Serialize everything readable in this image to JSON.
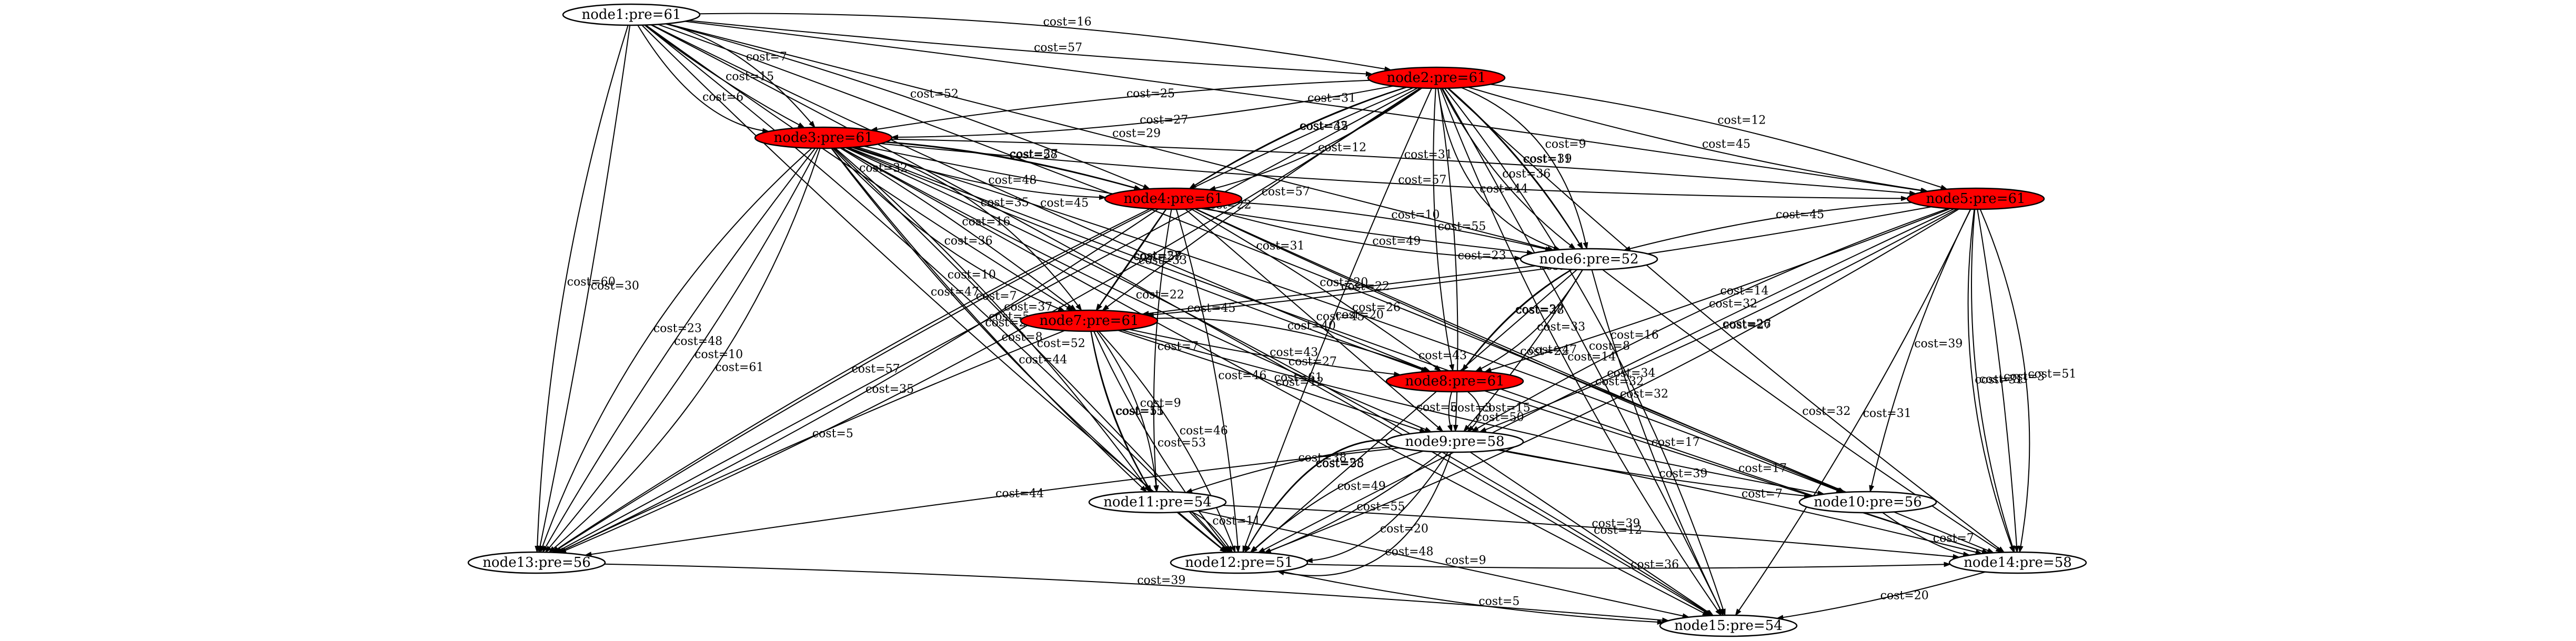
{
  "graph": {
    "type": "directed-graph",
    "highlight_color": "#ff0000",
    "default_fill": "#ffffff",
    "edge_color": "#000000",
    "nodes": [
      {
        "id": "n1",
        "label": "node1:pre=61",
        "highlighted": false
      },
      {
        "id": "n2",
        "label": "node2:pre=61",
        "highlighted": true
      },
      {
        "id": "n3",
        "label": "node3:pre=61",
        "highlighted": true
      },
      {
        "id": "n4",
        "label": "node4:pre=61",
        "highlighted": true
      },
      {
        "id": "n5",
        "label": "node5:pre=61",
        "highlighted": true
      },
      {
        "id": "n6",
        "label": "node6:pre=52",
        "highlighted": false
      },
      {
        "id": "n7",
        "label": "node7:pre=61",
        "highlighted": true
      },
      {
        "id": "n8",
        "label": "node8:pre=61",
        "highlighted": true
      },
      {
        "id": "n9",
        "label": "node9:pre=58",
        "highlighted": false
      },
      {
        "id": "n10",
        "label": "node10:pre=56",
        "highlighted": false
      },
      {
        "id": "n11",
        "label": "node11:pre=54",
        "highlighted": false
      },
      {
        "id": "n12",
        "label": "node12:pre=51",
        "highlighted": false
      },
      {
        "id": "n13",
        "label": "node13:pre=56",
        "highlighted": false
      },
      {
        "id": "n14",
        "label": "node14:pre=58",
        "highlighted": false
      },
      {
        "id": "n15",
        "label": "node15:pre=54",
        "highlighted": false
      }
    ],
    "edges": [
      {
        "from": "n1",
        "to": "n2",
        "label": "cost=16"
      },
      {
        "from": "n1",
        "to": "n2",
        "label": "cost=57"
      },
      {
        "from": "n1",
        "to": "n3",
        "label": "cost=7"
      },
      {
        "from": "n1",
        "to": "n3",
        "label": "cost=15"
      },
      {
        "from": "n1",
        "to": "n3",
        "label": "cost=6"
      },
      {
        "from": "n1",
        "to": "n4",
        "label": "cost=52"
      },
      {
        "from": "n1",
        "to": "n5",
        "label": "cost=31"
      },
      {
        "from": "n1",
        "to": "n6",
        "label": "cost=29"
      },
      {
        "from": "n1",
        "to": "n7",
        "label": "cost=32"
      },
      {
        "from": "n1",
        "to": "n8",
        "label": "cost=45"
      },
      {
        "from": "n1",
        "to": "n10",
        "label": "cost=31"
      },
      {
        "from": "n1",
        "to": "n12",
        "label": "cost=10"
      },
      {
        "from": "n1",
        "to": "n12",
        "label": "cost=47"
      },
      {
        "from": "n1",
        "to": "n13",
        "label": "cost=30"
      },
      {
        "from": "n1",
        "to": "n13",
        "label": "cost=60"
      },
      {
        "from": "n1",
        "to": "n15",
        "label": "cost=45"
      },
      {
        "from": "n2",
        "to": "n3",
        "label": "cost=27"
      },
      {
        "from": "n2",
        "to": "n3",
        "label": "cost=25"
      },
      {
        "from": "n2",
        "to": "n4",
        "label": "cost=12"
      },
      {
        "from": "n2",
        "to": "n4",
        "label": "cost=32"
      },
      {
        "from": "n2",
        "to": "n4",
        "label": "cost=45"
      },
      {
        "from": "n2",
        "to": "n5",
        "label": "cost=12"
      },
      {
        "from": "n2",
        "to": "n5",
        "label": "cost=45"
      },
      {
        "from": "n2",
        "to": "n6",
        "label": "cost=9"
      },
      {
        "from": "n2",
        "to": "n6",
        "label": "cost=11"
      },
      {
        "from": "n2",
        "to": "n6",
        "label": "cost=39"
      },
      {
        "from": "n2",
        "to": "n6",
        "label": "cost=36"
      },
      {
        "from": "n2",
        "to": "n6",
        "label": "cost=44"
      },
      {
        "from": "n2",
        "to": "n7",
        "label": "cost=57"
      },
      {
        "from": "n2",
        "to": "n8",
        "label": "cost=55"
      },
      {
        "from": "n2",
        "to": "n9",
        "label": "cost=23"
      },
      {
        "from": "n2",
        "to": "n13",
        "label": "cost=8"
      },
      {
        "from": "n2",
        "to": "n13",
        "label": "cost=5"
      },
      {
        "from": "n2",
        "to": "n13",
        "label": "cost=7"
      },
      {
        "from": "n2",
        "to": "n14",
        "label": "cost=26"
      },
      {
        "from": "n2",
        "to": "n15",
        "label": "cost=16"
      },
      {
        "from": "n2",
        "to": "n15",
        "label": "cost=8"
      },
      {
        "from": "n2",
        "to": "n15",
        "label": "cost=14"
      },
      {
        "from": "n2",
        "to": "n12",
        "label": "cost=20"
      },
      {
        "from": "n3",
        "to": "n4",
        "label": "cost=58"
      },
      {
        "from": "n3",
        "to": "n4",
        "label": "cost=27"
      },
      {
        "from": "n3",
        "to": "n4",
        "label": "cost=48"
      },
      {
        "from": "n3",
        "to": "n5",
        "label": "cost=31"
      },
      {
        "from": "n3",
        "to": "n5",
        "label": "cost=57"
      },
      {
        "from": "n3",
        "to": "n6",
        "label": "cost=22"
      },
      {
        "from": "n3",
        "to": "n7",
        "label": "cost=35"
      },
      {
        "from": "n3",
        "to": "n7",
        "label": "cost=16"
      },
      {
        "from": "n3",
        "to": "n7",
        "label": "cost=36"
      },
      {
        "from": "n3",
        "to": "n8",
        "label": "cost=33"
      },
      {
        "from": "n3",
        "to": "n9",
        "label": "cost=22"
      },
      {
        "from": "n3",
        "to": "n10",
        "label": "cost=26"
      },
      {
        "from": "n3",
        "to": "n11",
        "label": "cost=37"
      },
      {
        "from": "n3",
        "to": "n11",
        "label": "cost=29"
      },
      {
        "from": "n3",
        "to": "n12",
        "label": "cost=52"
      },
      {
        "from": "n3",
        "to": "n12",
        "label": "cost=44"
      },
      {
        "from": "n3",
        "to": "n13",
        "label": "cost=61"
      },
      {
        "from": "n3",
        "to": "n13",
        "label": "cost=10"
      },
      {
        "from": "n3",
        "to": "n13",
        "label": "cost=48"
      },
      {
        "from": "n3",
        "to": "n13",
        "label": "cost=23"
      },
      {
        "from": "n3",
        "to": "n14",
        "label": "cost=43"
      },
      {
        "from": "n3",
        "to": "n15",
        "label": "cost=27"
      },
      {
        "from": "n3",
        "to": "n15",
        "label": "cost=12"
      },
      {
        "from": "n4",
        "to": "n6",
        "label": "cost=10"
      },
      {
        "from": "n4",
        "to": "n6",
        "label": "cost=49"
      },
      {
        "from": "n4",
        "to": "n7",
        "label": "cost=27"
      },
      {
        "from": "n4",
        "to": "n7",
        "label": "cost=58"
      },
      {
        "from": "n4",
        "to": "n8",
        "label": "cost=20"
      },
      {
        "from": "n4",
        "to": "n9",
        "label": "cost=45"
      },
      {
        "from": "n4",
        "to": "n10",
        "label": "cost=22"
      },
      {
        "from": "n4",
        "to": "n11",
        "label": "cost=7"
      },
      {
        "from": "n4",
        "to": "n12",
        "label": "cost=46"
      },
      {
        "from": "n4",
        "to": "n13",
        "label": "cost=35"
      },
      {
        "from": "n4",
        "to": "n13",
        "label": "cost=57"
      },
      {
        "from": "n4",
        "to": "n14",
        "label": "cost=32"
      },
      {
        "from": "n5",
        "to": "n6",
        "label": "cost=45"
      },
      {
        "from": "n5",
        "to": "n7",
        "label": "cost=48"
      },
      {
        "from": "n5",
        "to": "n8",
        "label": "cost=14"
      },
      {
        "from": "n5",
        "to": "n9",
        "label": "cost=27"
      },
      {
        "from": "n5",
        "to": "n9",
        "label": "cost=32"
      },
      {
        "from": "n5",
        "to": "n10",
        "label": "cost=39"
      },
      {
        "from": "n5",
        "to": "n12",
        "label": "cost=32"
      },
      {
        "from": "n5",
        "to": "n12",
        "label": "cost=34"
      },
      {
        "from": "n5",
        "to": "n14",
        "label": "cost=51"
      },
      {
        "from": "n5",
        "to": "n14",
        "label": "cost=3"
      },
      {
        "from": "n5",
        "to": "n14",
        "label": "cost=33"
      },
      {
        "from": "n5",
        "to": "n15",
        "label": "cost=31"
      },
      {
        "from": "n5",
        "to": "n14",
        "label": "cost=31"
      },
      {
        "from": "n6",
        "to": "n7",
        "label": "cost=22"
      },
      {
        "from": "n6",
        "to": "n8",
        "label": "cost=33"
      },
      {
        "from": "n6",
        "to": "n8",
        "label": "cost=37"
      },
      {
        "from": "n6",
        "to": "n8",
        "label": "cost=28"
      },
      {
        "from": "n6",
        "to": "n9",
        "label": "cost=47"
      },
      {
        "from": "n6",
        "to": "n12",
        "label": "cost=5"
      },
      {
        "from": "n6",
        "to": "n14",
        "label": "cost=32"
      },
      {
        "from": "n6",
        "to": "n15",
        "label": "cost=17"
      },
      {
        "from": "n7",
        "to": "n8",
        "label": "cost=40"
      },
      {
        "from": "n7",
        "to": "n8",
        "label": "cost=43"
      },
      {
        "from": "n7",
        "to": "n9",
        "label": "cost=61"
      },
      {
        "from": "n7",
        "to": "n11",
        "label": "cost=9"
      },
      {
        "from": "n7",
        "to": "n11",
        "label": "cost=15"
      },
      {
        "from": "n7",
        "to": "n11",
        "label": "cost=51"
      },
      {
        "from": "n7",
        "to": "n12",
        "label": "cost=46"
      },
      {
        "from": "n7",
        "to": "n12",
        "label": "cost=53"
      },
      {
        "from": "n7",
        "to": "n13",
        "label": "cost=5"
      },
      {
        "from": "n7",
        "to": "n10",
        "label": "cost=50"
      },
      {
        "from": "n8",
        "to": "n9",
        "label": "cost=15"
      },
      {
        "from": "n8",
        "to": "n9",
        "label": "cost=3"
      },
      {
        "from": "n8",
        "to": "n14",
        "label": "cost=17"
      },
      {
        "from": "n9",
        "to": "n10",
        "label": "cost=39"
      },
      {
        "from": "n9",
        "to": "n11",
        "label": "cost=38"
      },
      {
        "from": "n9",
        "to": "n12",
        "label": "cost=48"
      },
      {
        "from": "n9",
        "to": "n12",
        "label": "cost=20"
      },
      {
        "from": "n9",
        "to": "n12",
        "label": "cost=55"
      },
      {
        "from": "n9",
        "to": "n12",
        "label": "cost=49"
      },
      {
        "from": "n9",
        "to": "n12",
        "label": "cost=28"
      },
      {
        "from": "n9",
        "to": "n12",
        "label": "cost=55"
      },
      {
        "from": "n9",
        "to": "n14",
        "label": "cost=7"
      },
      {
        "from": "n9",
        "to": "n15",
        "label": "cost=12"
      },
      {
        "from": "n9",
        "to": "n13",
        "label": "cost=44"
      },
      {
        "from": "n10",
        "to": "n14",
        "label": "cost=7"
      },
      {
        "from": "n11",
        "to": "n12",
        "label": "cost=11"
      },
      {
        "from": "n11",
        "to": "n14",
        "label": "cost=39"
      },
      {
        "from": "n11",
        "to": "n15",
        "label": "cost=9"
      },
      {
        "from": "n12",
        "to": "n14",
        "label": "cost=36"
      },
      {
        "from": "n12",
        "to": "n15",
        "label": "cost=5"
      },
      {
        "from": "n13",
        "to": "n15",
        "label": "cost=39"
      },
      {
        "from": "n14",
        "to": "n15",
        "label": "cost=20"
      }
    ]
  }
}
